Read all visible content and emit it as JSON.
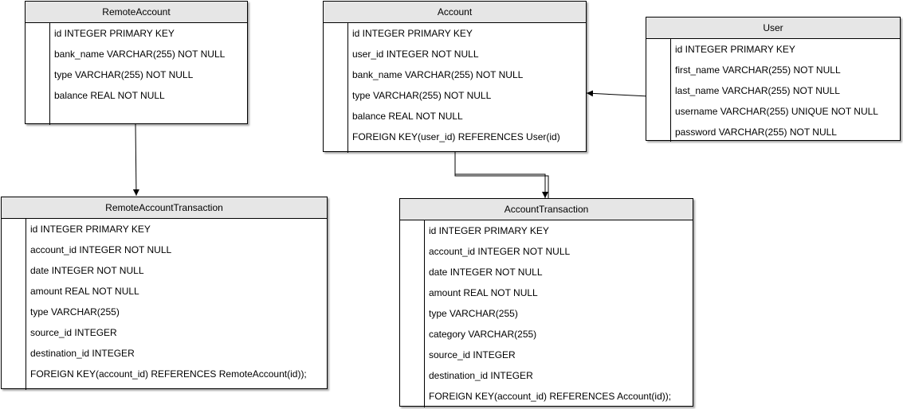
{
  "tables": {
    "remote_account": {
      "title": "RemoteAccount",
      "fields": [
        "id INTEGER PRIMARY KEY",
        "bank_name VARCHAR(255) NOT NULL",
        "type VARCHAR(255) NOT NULL",
        "balance REAL NOT NULL"
      ]
    },
    "account": {
      "title": "Account",
      "fields": [
        "id INTEGER PRIMARY KEY",
        "user_id INTEGER NOT NULL",
        "bank_name VARCHAR(255) NOT NULL",
        "type VARCHAR(255) NOT NULL",
        "balance REAL NOT NULL",
        "FOREIGN KEY(user_id) REFERENCES User(id)"
      ]
    },
    "user": {
      "title": "User",
      "fields": [
        "id INTEGER PRIMARY KEY",
        "first_name VARCHAR(255) NOT NULL",
        "last_name VARCHAR(255) NOT NULL",
        "username VARCHAR(255) UNIQUE NOT NULL",
        "password VARCHAR(255) NOT NULL"
      ]
    },
    "remote_account_transaction": {
      "title": "RemoteAccountTransaction",
      "fields": [
        "id INTEGER PRIMARY KEY",
        "account_id INTEGER NOT NULL",
        "date INTEGER NOT NULL",
        "amount REAL NOT NULL",
        "type VARCHAR(255)",
        "source_id INTEGER",
        "destination_id INTEGER",
        "FOREIGN KEY(account_id) REFERENCES RemoteAccount(id));"
      ]
    },
    "account_transaction": {
      "title": "AccountTransaction",
      "fields": [
        "id INTEGER PRIMARY KEY",
        "account_id INTEGER NOT NULL",
        "date INTEGER NOT NULL",
        "amount REAL NOT NULL",
        "type VARCHAR(255)",
        "category VARCHAR(255)",
        "source_id INTEGER",
        "destination_id INTEGER",
        "FOREIGN KEY(account_id) REFERENCES Account(id));"
      ]
    }
  }
}
